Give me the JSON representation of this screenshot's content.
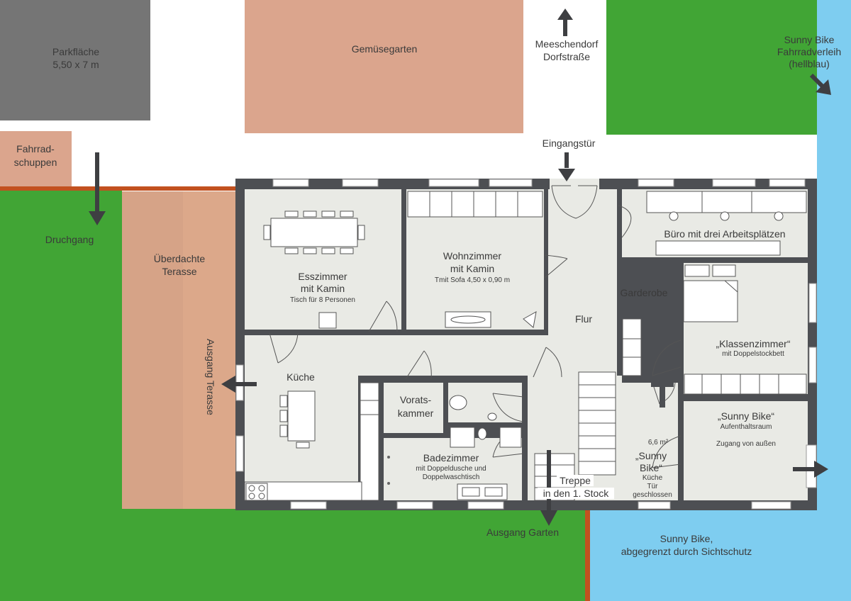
{
  "colors": {
    "lawn": "#41a535",
    "sunny_bike_area": "#7ecdf0",
    "parking": "#757575",
    "garden_beige": "#dba58d",
    "terrace": "#d6a387",
    "fence": "#c2511f",
    "wall": "#4d4f53",
    "floor": "#e9eae5"
  },
  "outdoor": {
    "parking_lines": [
      "Parkfläche",
      "5,50 x  7 m"
    ],
    "vegetable_garden": "Gemüsegarten",
    "street_lines": [
      "Meeschendorf",
      "Dorfstraße"
    ],
    "rental_lines": [
      "Sunny Bike",
      "Fahrradverleih",
      "(hellblau)"
    ],
    "bike_shed_lines": [
      "Fahrrad-",
      "schuppen"
    ],
    "passage": "Druchgang",
    "covered_terrace_lines": [
      "Überdachte",
      "Terasse"
    ],
    "entrance_door": "Eingangstür",
    "terrace_exit": "Ausgang Terasse",
    "garden_exit": "Ausgang Garten",
    "sunny_bike_screen_lines": [
      "Sunny Bike,",
      "abgegrenzt durch Sichtschutz"
    ]
  },
  "rooms": {
    "dining_lines": [
      "Esszimmer",
      "mit Kamin"
    ],
    "dining_note": "Tisch für 8 Personen",
    "living_lines": [
      "Wohnzimmer",
      "mit Kamin"
    ],
    "living_note": "Tmit Sofa 4,50 x 0,90 m",
    "office": "Büro mit drei Arbeitsplätzen",
    "wardrobe": "Garderobe",
    "hall": "Flur",
    "classroom": "„Klassenzimmer“",
    "classroom_note": "mit Doppelstockbett",
    "kitchen": "Küche",
    "pantry_lines": [
      "Vorats-",
      "kammer"
    ],
    "bathroom": "Badezimmer",
    "bathroom_note_lines": [
      "mit Doppeldusche und",
      "Doppelwaschtisch"
    ],
    "stairs_lines": [
      "Treppe",
      "in den 1. Stock"
    ],
    "sb_kitchen_area": "6,6 m²",
    "sb_kitchen_lines": [
      "„Sunny",
      "Bike“"
    ],
    "sb_kitchen_note_lines": [
      "Küche",
      "Tür",
      "geschlossen"
    ],
    "lounge": "„Sunny Bike“",
    "lounge_note": "Aufenthaltsraum",
    "lounge_access": "Zugang von außen"
  }
}
